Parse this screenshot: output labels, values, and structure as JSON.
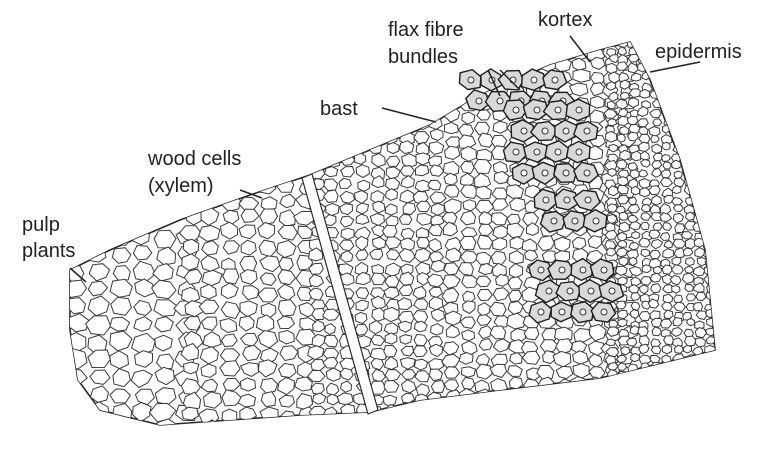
{
  "labels": {
    "pulp": "pulp",
    "plants": "plants",
    "wood_cells": "wood cells",
    "xylem": "(xylem)",
    "bast": "bast",
    "flax": "flax fibre",
    "bundles": "bundles",
    "kortex": "kortex",
    "epidermis": "epidermis"
  },
  "colors": {
    "line": "#2a2a2a",
    "fibre_fill": "#d9d9d9",
    "background": "#ffffff"
  }
}
